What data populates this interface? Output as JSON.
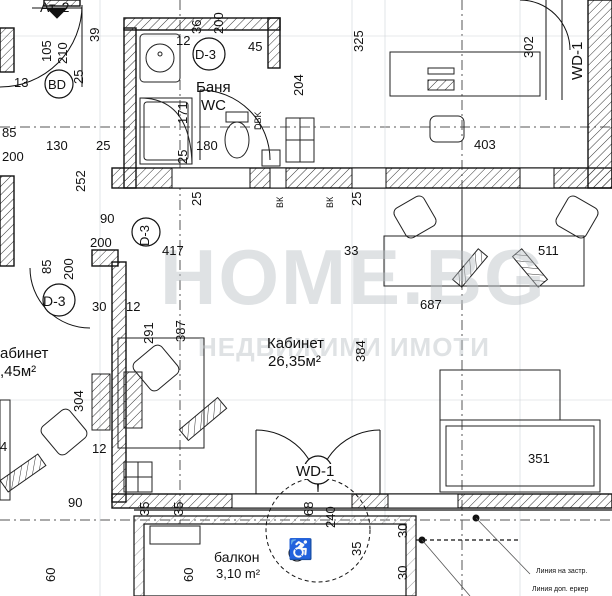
{
  "plan": {
    "level_tag": "Ат. 2",
    "watermark": {
      "brand": "HOME.BG",
      "tagline": "НЕДВИЖИМИ ИМОТИ"
    },
    "rooms": {
      "bath_name": "Баня",
      "bath_sub": "WC",
      "office_main_name": "Кабинет",
      "office_main_area": "26,35м²",
      "office_left_name": "абинет",
      "office_left_area": ",45м²",
      "balcony_name": "балкон",
      "balcony_area": "3,10 m²"
    },
    "tags": {
      "bd": "BD",
      "d3_bath": "D-3",
      "d3_mid": "D-3",
      "d3_left": "D-3",
      "wd1_bottom": "WD-1",
      "wd1_top_right": "WD-1"
    },
    "small_labels": {
      "vk_1": "ВК",
      "vk_2": "ВК",
      "dbk": "DBK",
      "line_zastr": "Линия на застр.",
      "line_erker": "Линия доп. еркер"
    },
    "dims": {
      "d105": "105",
      "d210a": "210",
      "d25a": "25",
      "d13": "13",
      "d39": "39",
      "d12a": "12",
      "d200a": "200",
      "d36": "36",
      "d45": "45",
      "d204": "204",
      "d325": "325",
      "d302": "302",
      "d85a": "85",
      "d200b": "200",
      "d130": "130",
      "d25b": "25",
      "d171": "171",
      "d180": "180",
      "d25c": "25",
      "d403": "403",
      "d252": "252",
      "d25d": "25",
      "d25e": "25",
      "d90a": "90",
      "d200c": "200",
      "d417": "417",
      "d33": "33",
      "d511": "511",
      "d85b": "85",
      "d200d": "200",
      "d30": "30",
      "d12b": "12",
      "d291": "291",
      "d387": "387",
      "d687": "687",
      "d384": "384",
      "d304": "304",
      "d12c": "12",
      "d4": "4",
      "d351": "351",
      "d90b": "90",
      "d35a": "35",
      "d35b": "35",
      "d68": "68",
      "d240": "240",
      "d30b": "30",
      "d35c": "35",
      "d60a": "60",
      "d60b": "60",
      "d30c": "30"
    }
  }
}
